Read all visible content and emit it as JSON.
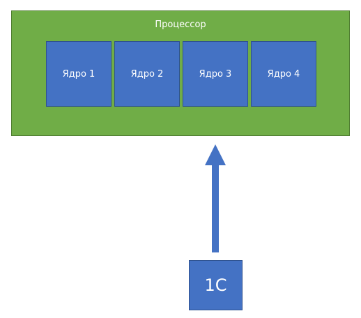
{
  "processor": {
    "label": "Процессор",
    "cores": [
      "Ядро 1",
      "Ядро 2",
      "Ядро 3",
      "Ядро 4"
    ]
  },
  "client": {
    "label": "1С"
  },
  "colors": {
    "processor_fill": "#70ad47",
    "core_fill": "#4472c4",
    "arrow": "#4472c4",
    "text": "#ffffff"
  }
}
